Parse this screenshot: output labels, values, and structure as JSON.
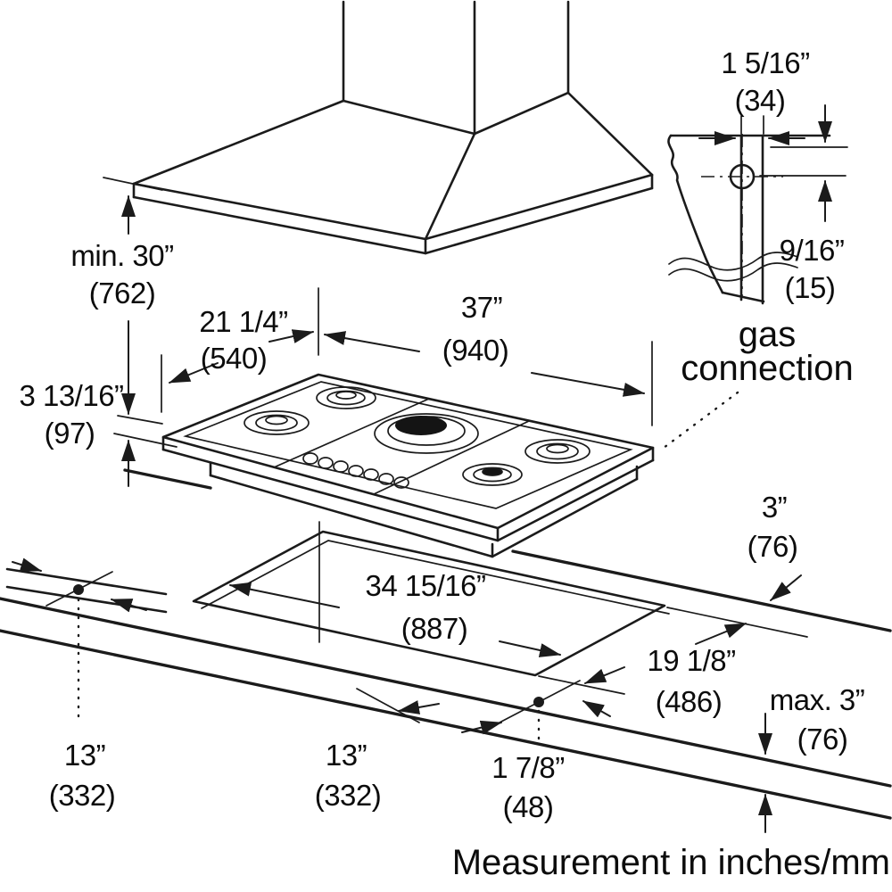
{
  "diagram": {
    "note": "Measurement in inches/mm",
    "gas_label_line1": "gas",
    "gas_label_line2": "connection",
    "dims": {
      "hood_clearance": {
        "inches": "min. 30”",
        "mm": "(762)"
      },
      "cooktop_depth": {
        "inches": "21 1/4”",
        "mm": "(540)"
      },
      "cooktop_width": {
        "inches": "37”",
        "mm": "(940)"
      },
      "cooktop_height": {
        "inches": "3 13/16”",
        "mm": "(97)"
      },
      "gas_offset_horizontal": {
        "inches": "1 5/16”",
        "mm": "(34)"
      },
      "gas_offset_vertical": {
        "inches": "9/16”",
        "mm": "(15)"
      },
      "cutout_width": {
        "inches": "34 15/16”",
        "mm": "(887)"
      },
      "rear_clearance": {
        "inches": "3”",
        "mm": "(76)"
      },
      "cutout_depth": {
        "inches": "19 1/8”",
        "mm": "(486)"
      },
      "front_overhang_max": {
        "inches": "max. 3”",
        "mm": "(76)"
      },
      "gas_point_left": {
        "inches": "13”",
        "mm": "(332)"
      },
      "gas_point_center": {
        "inches": "13”",
        "mm": "(332)"
      },
      "gas_point_front": {
        "inches": "1 7/8”",
        "mm": "(48)"
      }
    }
  }
}
